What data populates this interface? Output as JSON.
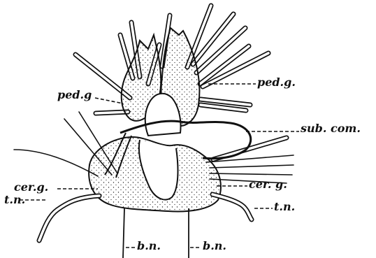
{
  "figure": {
    "ink_color": "#111111",
    "background_color": "#ffffff",
    "labels": {
      "ped_g_right": "ped.g.",
      "ped_g_left": "ped.g",
      "sub_com": "sub. com.",
      "cer_g_left": "cer.g.",
      "cer_g_right": "cer. g.",
      "t_n_left": "t.n.",
      "t_n_right": "t.n.",
      "b_n_left": "b.n.",
      "b_n_right": "b.n."
    }
  }
}
